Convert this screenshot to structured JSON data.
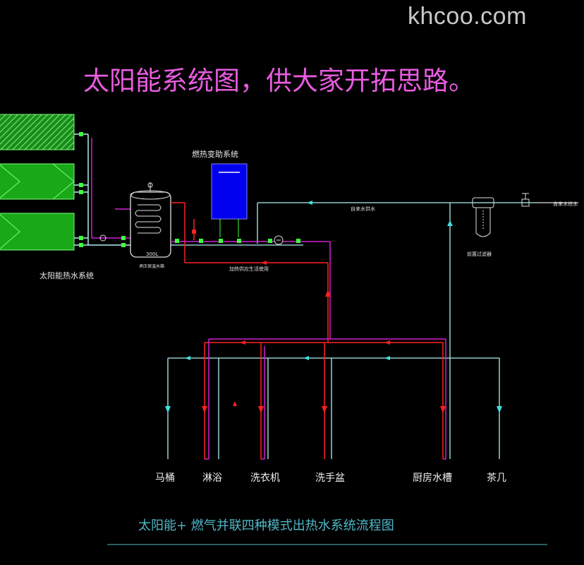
{
  "watermark": "khcoo.com",
  "headline": "太阳能系统图，供大家开拓思路。",
  "labels": {
    "gas_system": "燃热变助系统",
    "solar_system": "太阳能热水系统",
    "tap_water_supply": "自来水供水",
    "tap_water_inlet": "自来水进水",
    "pre_filter": "前置过滤器",
    "heated_supply": "加热供应生活使用",
    "tank_volume": "300L",
    "tank_name": "承压保温水箱"
  },
  "fixtures": [
    "马桶",
    "淋浴",
    "洗衣机",
    "洗手盆",
    "厨房水槽",
    "茶几"
  ],
  "caption": "太阳能+ 燃气并联四种模式出热水系统流程图",
  "colors": {
    "hot": "#ff2020",
    "cold": "#b0f0f0",
    "return": "#d020d0",
    "valve": "#40ff40",
    "boiler": "#0000ee",
    "headline": "#e85ce0",
    "caption": "#4fb8c8"
  }
}
